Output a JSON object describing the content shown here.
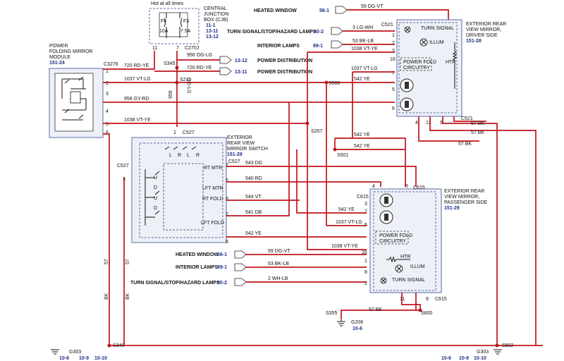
{
  "fuse_box": {
    "hot_label": "Hot at all times",
    "title": [
      "CENTRAL",
      "JUNCTION",
      "BOX (CJB)"
    ],
    "refs": [
      "11-1",
      "13-11",
      "13-12"
    ],
    "f4": {
      "name": "F4",
      "rating": "10A",
      "pin": "11"
    },
    "f3": {
      "name": "F3",
      "rating": "7.5A",
      "pin": "7"
    },
    "connector": "C270J"
  },
  "pfm_module": {
    "title": [
      "POWER",
      "FOLDING MIRROR",
      "MODULE"
    ],
    "ref": "151-24",
    "connector": "C3276",
    "pins": [
      "1",
      "2",
      "3",
      "4",
      "5",
      "6"
    ]
  },
  "driver_mirror": {
    "title": [
      "EXTERIOR REAR",
      "VIEW MIRROR,",
      "DRIVER SIDE"
    ],
    "ref": "151-28",
    "connector": "C521",
    "turn_signal": "TURN SIGNAL",
    "illum": "ILLUM",
    "pfc": [
      "POWER FOLD",
      "CIRCUITRY"
    ],
    "htr": "HTR",
    "pins_left": [
      "1",
      "2",
      "3",
      "16",
      "7",
      "5",
      "6"
    ],
    "pins_bottom": [
      "4",
      "11",
      "9"
    ],
    "bottom_connector": "C521"
  },
  "passenger_mirror": {
    "title": [
      "EXTERIOR REAR",
      "VIEW MIRROR,",
      "PASSENGER SIDE"
    ],
    "ref": "151-29",
    "connector": "C615",
    "turn_signal": "TURN SIGNAL",
    "illum": "ILLUM",
    "pfc": [
      "POWER FOLD",
      "CIRCUITRY"
    ],
    "htr": "HTR",
    "pins_left": [
      "3",
      "7",
      "5",
      "16",
      "1",
      "8",
      "2"
    ],
    "pins_bottom": [
      "11",
      "9"
    ],
    "top_pins": [
      "4",
      "6"
    ],
    "bottom_connector": "C615"
  },
  "switch": {
    "title": [
      "EXTERIOR",
      "REAR VIEW",
      "MIRROR SWITCH"
    ],
    "ref": "151-28",
    "connector": "C527",
    "positions": [
      "L",
      "R",
      "L",
      "R"
    ],
    "rows": [
      "RT MTR",
      "LFT MTR",
      "RT FOLD",
      "LFT FOLD"
    ],
    "pins": [
      "7",
      "5",
      "8",
      "2",
      "6"
    ],
    "top_pin": "1",
    "left_pin": "3",
    "left_connector": "C527",
    "mid_pins": [
      "U",
      "D",
      "U",
      "D",
      "L",
      "R"
    ]
  },
  "left_inputs": [
    {
      "label": "HEATED WINDOW",
      "ref": "56-1"
    },
    {
      "label": "TURN SIGNAL/STOP/HAZARD LAMPS",
      "ref": "80-2"
    },
    {
      "label": "INTERIOR LAMPS",
      "ref": "89-1"
    },
    {
      "label": "POWER DISTRIBUTION",
      "ref": "13-12"
    },
    {
      "label": "POWER DISTRIBUTION",
      "ref": "13-11"
    }
  ],
  "bottom_inputs": [
    {
      "label": "HEATED WINDOW",
      "ref": "56-1"
    },
    {
      "label": "INTERIOR LAMPS",
      "ref": "89-1"
    },
    {
      "label": "TURN SIGNAL/STOP/HAZARD LAMPS",
      "ref": "80-2"
    }
  ],
  "wires": {
    "w1": "59  DG-VT",
    "w2": "3  LG-WH",
    "w3": "53  BK-LB",
    "w4": "1038  VT-YE",
    "w5": "956  OG-LG",
    "w6": "720  RD-YE",
    "w7": "720  RD-YE",
    "w8": "1037  VT-LG",
    "w9": "958  GY-RD",
    "w10": "1038  VT-YE",
    "w11": "1037  VT-LG",
    "w12": "542  YE",
    "w13": "956",
    "w14": "OG-LG",
    "w15": "542  YE",
    "w16": "542  YE",
    "w17": "543  DG",
    "w18": "540  RD",
    "w19": "544  VT",
    "w20": "541  DB",
    "w21": "542  YE",
    "w22": "542  YE",
    "w23": "1037  VT-LG",
    "w24": "1038  VT-YE",
    "w25": "59  DG-VT",
    "w26": "53  BK-LB",
    "w27": "2  WH-LB",
    "w28": "57  BK",
    "w29": "57  BK",
    "w30": "57  BK",
    "w31": "57  BK",
    "w32": "57",
    "w33": "BK",
    "w34": "57",
    "w35": "BK"
  },
  "splices": [
    "S345",
    "S211",
    "S500",
    "S207",
    "S501",
    "S600",
    "S355",
    "S340",
    "S502"
  ],
  "grounds": [
    {
      "name": "G303",
      "refs": [
        "10-6",
        "10-9",
        "10-10"
      ]
    },
    {
      "name": "G206",
      "refs": [
        "10-6"
      ]
    },
    {
      "name": "G303",
      "refs": [
        "10-6",
        "10-9",
        "10-10"
      ]
    }
  ]
}
